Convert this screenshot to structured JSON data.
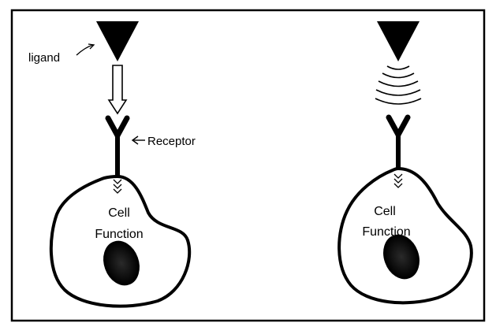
{
  "left_panel": {
    "ligand_label": "ligand",
    "receptor_label": "Receptor",
    "cell_label_line1": "Cell",
    "cell_label_line2": "Function"
  },
  "right_panel": {
    "cell_label_line1": "Cell",
    "cell_label_line2": "Function"
  }
}
